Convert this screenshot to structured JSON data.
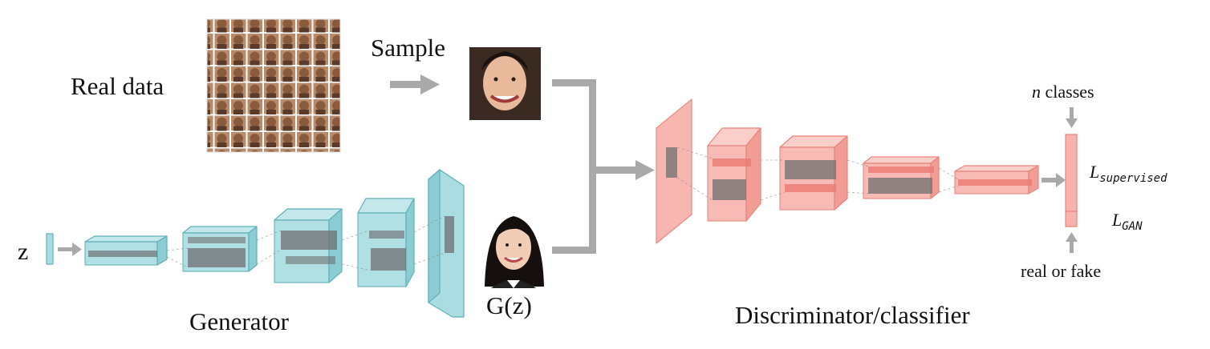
{
  "labels": {
    "real_data": "Real data",
    "sample": "Sample",
    "z": "z",
    "gz": "G(z)",
    "generator": "Generator",
    "discriminator": "Discriminator/classifier",
    "n_var": "n",
    "n_classes_suffix": " classes",
    "real_or_fake": "real or fake",
    "loss_script": "L",
    "loss_supervised_sub": "supervised",
    "loss_gan_sub": "GAN"
  },
  "colors": {
    "generator_fill": "#a9dde2",
    "generator_stroke": "#5fb0ba",
    "discriminator_fill": "#f8b3ac",
    "discriminator_stroke": "#e8847c",
    "kernel_fill": "#6f6f72",
    "arrow": "#a9a9a9"
  },
  "images": {
    "real_data_grid": "face-grid-thumbnail",
    "sample_face": "face-photo",
    "generated_face": "face-photo"
  }
}
